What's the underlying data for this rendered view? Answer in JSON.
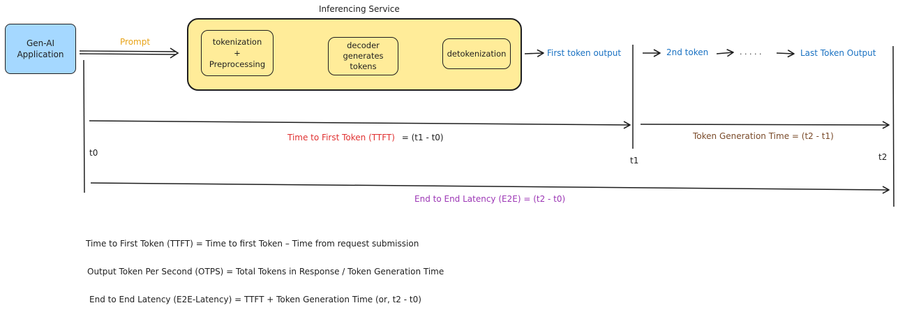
{
  "service_title": "Inferencing Service",
  "app_box": {
    "line1": "Gen-AI",
    "line2": "Application"
  },
  "prompt_label": "Prompt",
  "steps": {
    "tokenization": {
      "line1": "tokenization",
      "line2": "+",
      "line3": "Preprocessing"
    },
    "decoder": {
      "line1": "decoder",
      "line2": "generates",
      "line3": "tokens"
    },
    "detokenization": {
      "line1": "detokenization"
    }
  },
  "outputs": {
    "first": "First token output",
    "second": "2nd token",
    "dots": ". . . . .",
    "last": "Last Token Output"
  },
  "markers": {
    "t0": "t0",
    "t1": "t1",
    "t2": "t2"
  },
  "spans": {
    "ttft_main": "Time to First Token (TTFT)",
    "ttft_formula": "= (t1 - t0)",
    "token_gen": "Token Generation Time = (t2 - t1)",
    "e2e": "End to End Latency (E2E) = (t2 - t0)"
  },
  "definitions": [
    "Time to First Token (TTFT) = Time to first Token – Time from request submission",
    "Output Token Per Second (OTPS) = Total Tokens in Response / Token Generation Time",
    "End to End Latency (E2E-Latency) = TTFT + Token Generation Time (or, t2 - t0)"
  ],
  "colors": {
    "app_fill": "#a5d8ff",
    "service_fill": "#ffec99",
    "prompt": "#e8a317",
    "outputs": "#1971c2",
    "ttft": "#e03131",
    "token_gen": "#7a4b2a",
    "e2e": "#9c36b5",
    "ink": "#1e1e1e"
  }
}
